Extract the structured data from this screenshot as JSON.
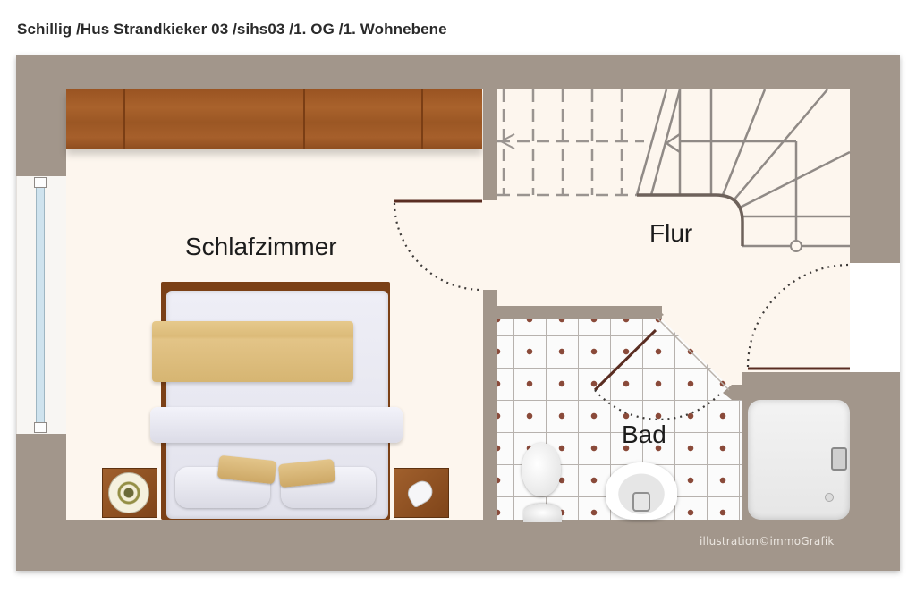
{
  "header": {
    "title": "Schillig /Hus Strandkieker 03 /sihs03 /1. OG /1. Wohnebene"
  },
  "rooms": [
    {
      "id": "bedroom",
      "label": "Schlafzimmer"
    },
    {
      "id": "hallway",
      "label": "Flur"
    },
    {
      "id": "bathroom",
      "label": "Bad"
    }
  ],
  "furniture": {
    "bedroom": [
      "wardrobe",
      "double-bed",
      "nightstand-left-with-lamp",
      "nightstand-right-with-clock"
    ],
    "bathroom": [
      "toilet",
      "sink",
      "bathtub"
    ],
    "hallway": [
      "staircase"
    ]
  },
  "footer": {
    "credit": "illustration©immoGrafik"
  },
  "colors": {
    "wall": "#a2968b",
    "floor": "#fdf6ee",
    "wood": "#9a5422",
    "door": "#5a2d22",
    "stair_lines": "#908a86",
    "tile_dot": "#8a4a3a"
  }
}
